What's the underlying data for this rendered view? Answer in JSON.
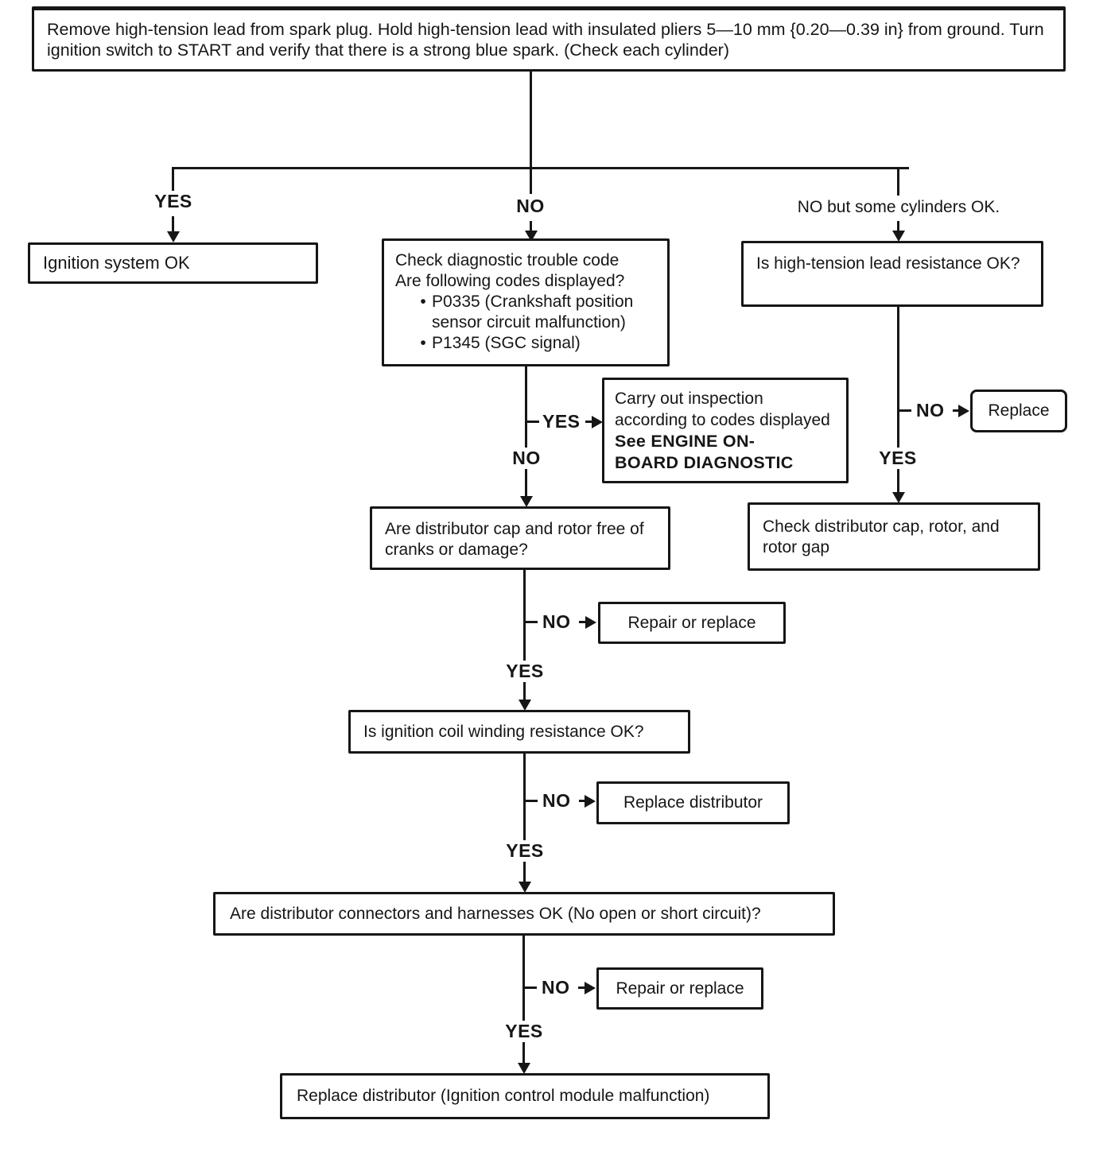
{
  "colors": {
    "ink": "#161616",
    "paper": "#ffffff"
  },
  "start": {
    "text": "Remove high-tension lead from spark plug. Hold high-tension lead with insulated pliers 5—10 mm {0.20—0.39 in} from ground. Turn ignition switch to START and verify that there is a strong blue spark. (Check each cylinder)"
  },
  "edge_labels": {
    "yes": "YES",
    "no": "NO",
    "no_but_some_cylinders": "NO but some cylinders OK."
  },
  "boxes": {
    "ignition_system_ok": {
      "text": "Ignition system OK"
    },
    "check_dtc": {
      "line1": "Check diagnostic trouble code",
      "line2": "Are following codes displayed?",
      "bullet_glyph": "•",
      "bullets": [
        "P0335 (Crankshaft position sensor circuit malfunction)",
        "P1345 (SGC signal)"
      ]
    },
    "lead_resistance": {
      "text": "Is high-tension lead resistance OK?"
    },
    "carry_out_inspection": {
      "line1": "Carry out inspection",
      "line2": "according to codes displayed",
      "ref_line1": "See ENGINE ON-",
      "ref_line2": "BOARD DIAGNOSTIC"
    },
    "replace": {
      "text": "Replace"
    },
    "cap_rotor_free": {
      "text": "Are distributor cap and rotor free of cranks or damage?"
    },
    "check_cap_rotor": {
      "text": "Check distributor cap, rotor, and rotor gap"
    },
    "repair_or_replace": {
      "text": "Repair or replace"
    },
    "coil_winding": {
      "text": "Is ignition coil winding resistance OK?"
    },
    "replace_distributor": {
      "text": "Replace distributor"
    },
    "connectors_harnesses": {
      "text": "Are distributor connectors and harnesses OK (No open or short circuit)?"
    },
    "final_replace": {
      "text": "Replace distributor (Ignition control module malfunction)"
    }
  }
}
